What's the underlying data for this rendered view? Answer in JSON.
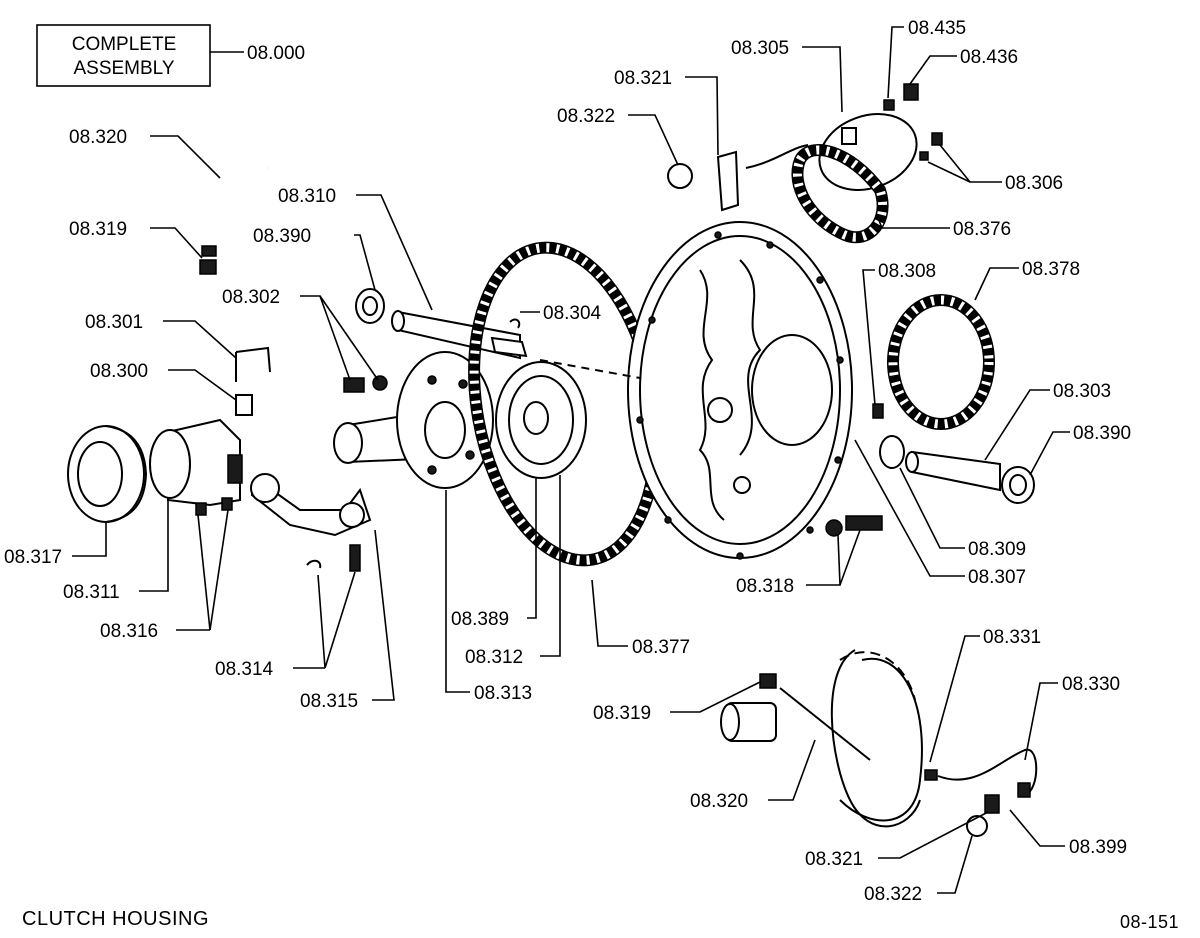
{
  "title": "CLUTCH HOUSING",
  "page_number": "08-151",
  "assembly_box": {
    "line1": "COMPLETE",
    "line2": "ASSEMBLY",
    "number": "08.000"
  },
  "parts": [
    "08.320",
    "08.319",
    "08.310",
    "08.390",
    "08.302",
    "08.301",
    "08.300",
    "08.304",
    "08.317",
    "08.311",
    "08.316",
    "08.314",
    "08.315",
    "08.313",
    "08.389",
    "08.312",
    "08.377",
    "08.321",
    "08.322",
    "08.305",
    "08.435",
    "08.436",
    "08.306",
    "08.376",
    "08.308",
    "08.378",
    "08.303",
    "08.390",
    "08.309",
    "08.307",
    "08.318",
    "08.331",
    "08.330",
    "08.319",
    "08.320",
    "08.399",
    "08.321",
    "08.322"
  ]
}
